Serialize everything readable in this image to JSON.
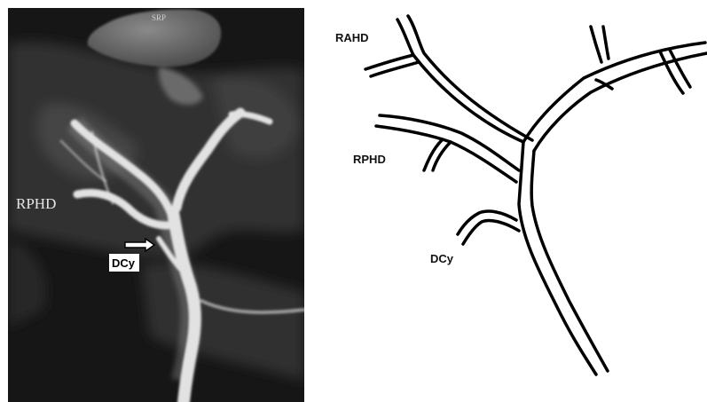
{
  "mri_image": {
    "header_text": "SRP",
    "label_rphd": "RPHD",
    "label_dcy": "DCy"
  },
  "schematic": {
    "label_rahd": "RAHD",
    "label_rphd": "RPHD",
    "label_dcy": "DCy"
  },
  "colors": {
    "background": "#ffffff",
    "mri_dark": "#1c1c1c",
    "duct_white": "#e8e8e8",
    "line_black": "#000000"
  }
}
